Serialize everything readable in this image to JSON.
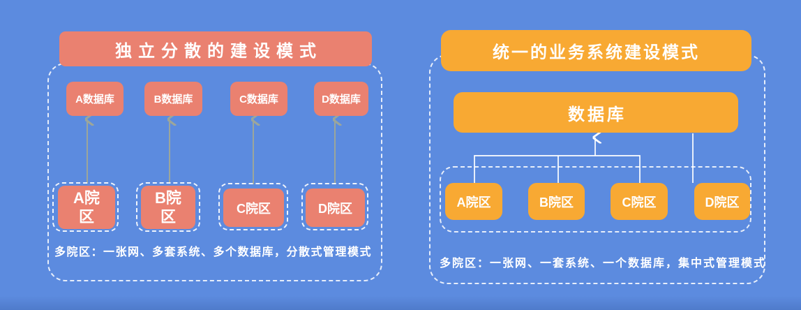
{
  "colors": {
    "background": "#5C8BDF",
    "salmon": "#EA8170",
    "orange": "#F8A933",
    "connector_gray": "#9CA69B",
    "connector_white": "#FFFFFF",
    "dashed_border": "rgba(255,255,255,0.85)"
  },
  "left_panel": {
    "title": "独立分散的建设模式",
    "databases": [
      {
        "label": "A数据库"
      },
      {
        "label": "B数据库"
      },
      {
        "label": "C数据库"
      },
      {
        "label": "D数据库"
      }
    ],
    "campuses": [
      {
        "label": "A院区"
      },
      {
        "label": "B院区"
      },
      {
        "label": "C院区"
      },
      {
        "label": "D院区"
      }
    ],
    "caption": "多院区：一张网、多套系统、多个数据库，分散式管理模式"
  },
  "right_panel": {
    "title": "统一的业务系统建设模式",
    "database_label": "数据库",
    "campuses": [
      {
        "label": "A院区"
      },
      {
        "label": "B院区"
      },
      {
        "label": "C院区"
      },
      {
        "label": "D院区"
      }
    ],
    "caption": "多院区：一张网、一套系统、一个数据库，集中式管理模式"
  }
}
